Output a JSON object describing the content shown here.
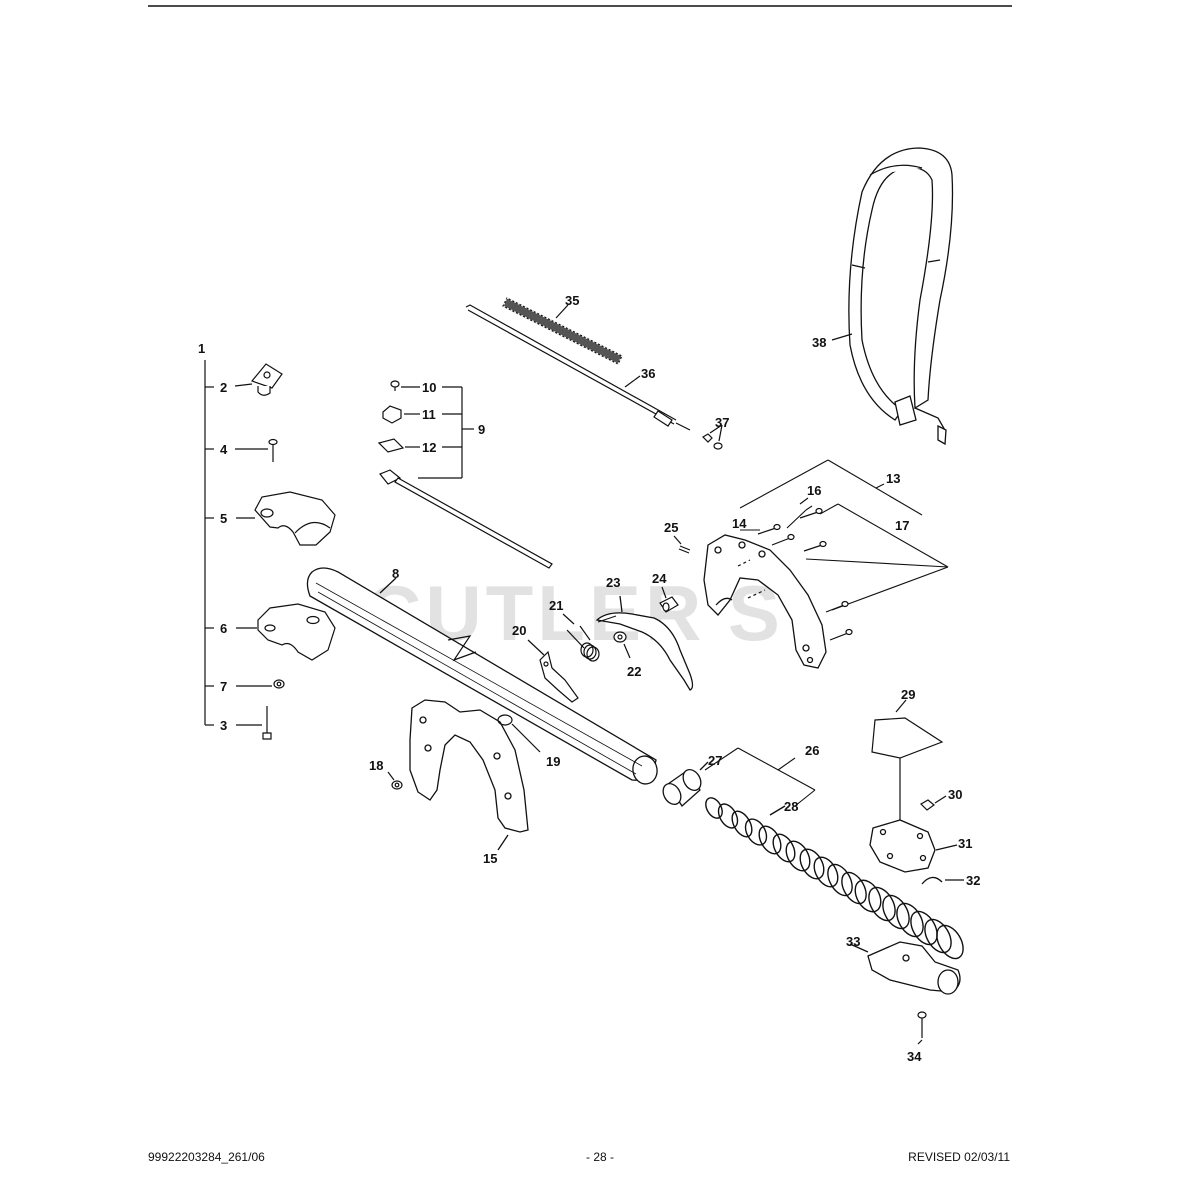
{
  "watermark": "CUTLER'S",
  "footer": {
    "part_number": "99922203284_261/06",
    "page_number": "- 28 -",
    "revised": "REVISED 02/03/11"
  },
  "callouts": {
    "c1": "1",
    "c2": "2",
    "c3": "3",
    "c4": "4",
    "c5": "5",
    "c6": "6",
    "c7": "7",
    "c8": "8",
    "c9": "9",
    "c10": "10",
    "c11": "11",
    "c12": "12",
    "c13": "13",
    "c14": "14",
    "c15": "15",
    "c16": "16",
    "c17": "17",
    "c18": "18",
    "c19": "19",
    "c20": "20",
    "c21": "21",
    "c22": "22",
    "c23": "23",
    "c24": "24",
    "c25": "25",
    "c26": "26",
    "c27": "27",
    "c28": "28",
    "c29": "29",
    "c30": "30",
    "c31": "31",
    "c32": "32",
    "c33": "33",
    "c34": "34",
    "c35": "35",
    "c36": "36",
    "c37": "37",
    "c38": "38"
  }
}
